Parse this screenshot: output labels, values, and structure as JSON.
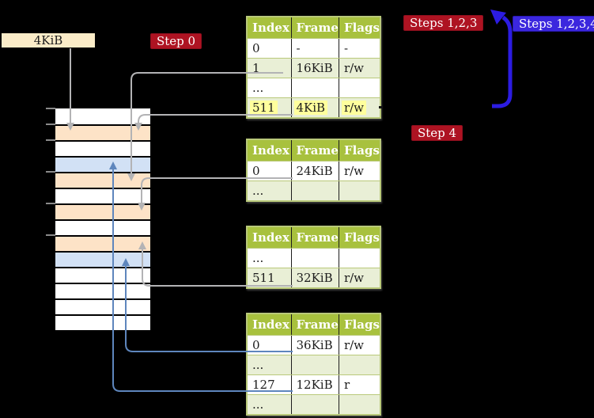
{
  "colors": {
    "header_green": "#a8c13e",
    "row_green": "#e9efd6",
    "table_border": "#b9c97a",
    "wheat_row": "#fde3c7",
    "blue_row": "#d2e1f5",
    "box_wheat": "#fbecc8",
    "red_label_bg": "#ae1322",
    "blue_label_bg": "#3b27de",
    "big_arrow": "#2c1ce2",
    "small_blue": "#5e86bd",
    "gray_arrow": "#b3b3b5",
    "highlight": "#ffff9d",
    "tick_gray": "#8a8a8a"
  },
  "labels": {
    "frame_box": "4KiB",
    "step0": "Step 0",
    "steps123": "Steps 1,2,3",
    "steps1234": "Steps 1,2,3,4",
    "step4": "Step 4"
  },
  "tables": [
    {
      "headers": [
        "Index",
        "Frame",
        "Flags"
      ],
      "rows": [
        {
          "cells": [
            "0",
            "-",
            "-"
          ]
        },
        {
          "cells": [
            "1",
            "16KiB",
            "r/w"
          ]
        },
        {
          "cells": [
            "...",
            "",
            ""
          ]
        },
        {
          "cells": [
            "511",
            "4KiB",
            "r/w"
          ],
          "highlighted": true
        }
      ]
    },
    {
      "headers": [
        "Index",
        "Frame",
        "Flags"
      ],
      "rows": [
        {
          "cells": [
            "0",
            "24KiB",
            "r/w"
          ]
        },
        {
          "cells": [
            "...",
            "",
            ""
          ]
        }
      ]
    },
    {
      "headers": [
        "Index",
        "Frame",
        "Flags"
      ],
      "rows": [
        {
          "cells": [
            "...",
            "",
            ""
          ]
        },
        {
          "cells": [
            "511",
            "32KiB",
            "r/w"
          ]
        }
      ]
    },
    {
      "headers": [
        "Index",
        "Frame",
        "Flags"
      ],
      "rows": [
        {
          "cells": [
            "0",
            "36KiB",
            "r/w"
          ]
        },
        {
          "cells": [
            "...",
            "",
            ""
          ]
        },
        {
          "cells": [
            "127",
            "12KiB",
            "r"
          ]
        },
        {
          "cells": [
            "...",
            "",
            ""
          ]
        }
      ]
    }
  ],
  "memory_strip": {
    "cells": [
      {
        "color": "white"
      },
      {
        "color": "wheat"
      },
      {
        "color": "white"
      },
      {
        "color": "blue"
      },
      {
        "color": "wheat"
      },
      {
        "color": "white"
      },
      {
        "color": "wheat"
      },
      {
        "color": "white"
      },
      {
        "color": "wheat"
      },
      {
        "color": "blue"
      },
      {
        "color": "white"
      },
      {
        "color": "white"
      },
      {
        "color": "white"
      },
      {
        "color": "white"
      }
    ]
  }
}
